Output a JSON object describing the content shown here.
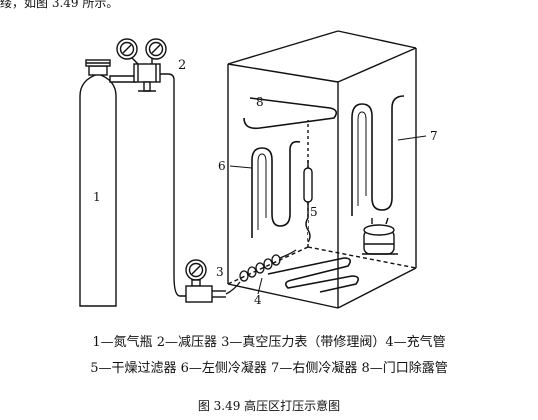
{
  "top_fragment": "缕，如图 3.49 所示。",
  "labels": {
    "cylinder": "1",
    "regulator": "2",
    "gauge": "3",
    "charge_pipe": "4",
    "filter": "5",
    "left_condenser": "6",
    "right_condenser": "7",
    "door_pipe": "8"
  },
  "legend_line1": "1—氮气瓶 2—减压器 3—真空压力表（带修理阀）4—充气管",
  "legend_line2": "5—干燥过滤器 6—左侧冷凝器 7—右侧冷凝器 8—门口除露管",
  "figure_title": "图 3.49 高压区打压示意图"
}
